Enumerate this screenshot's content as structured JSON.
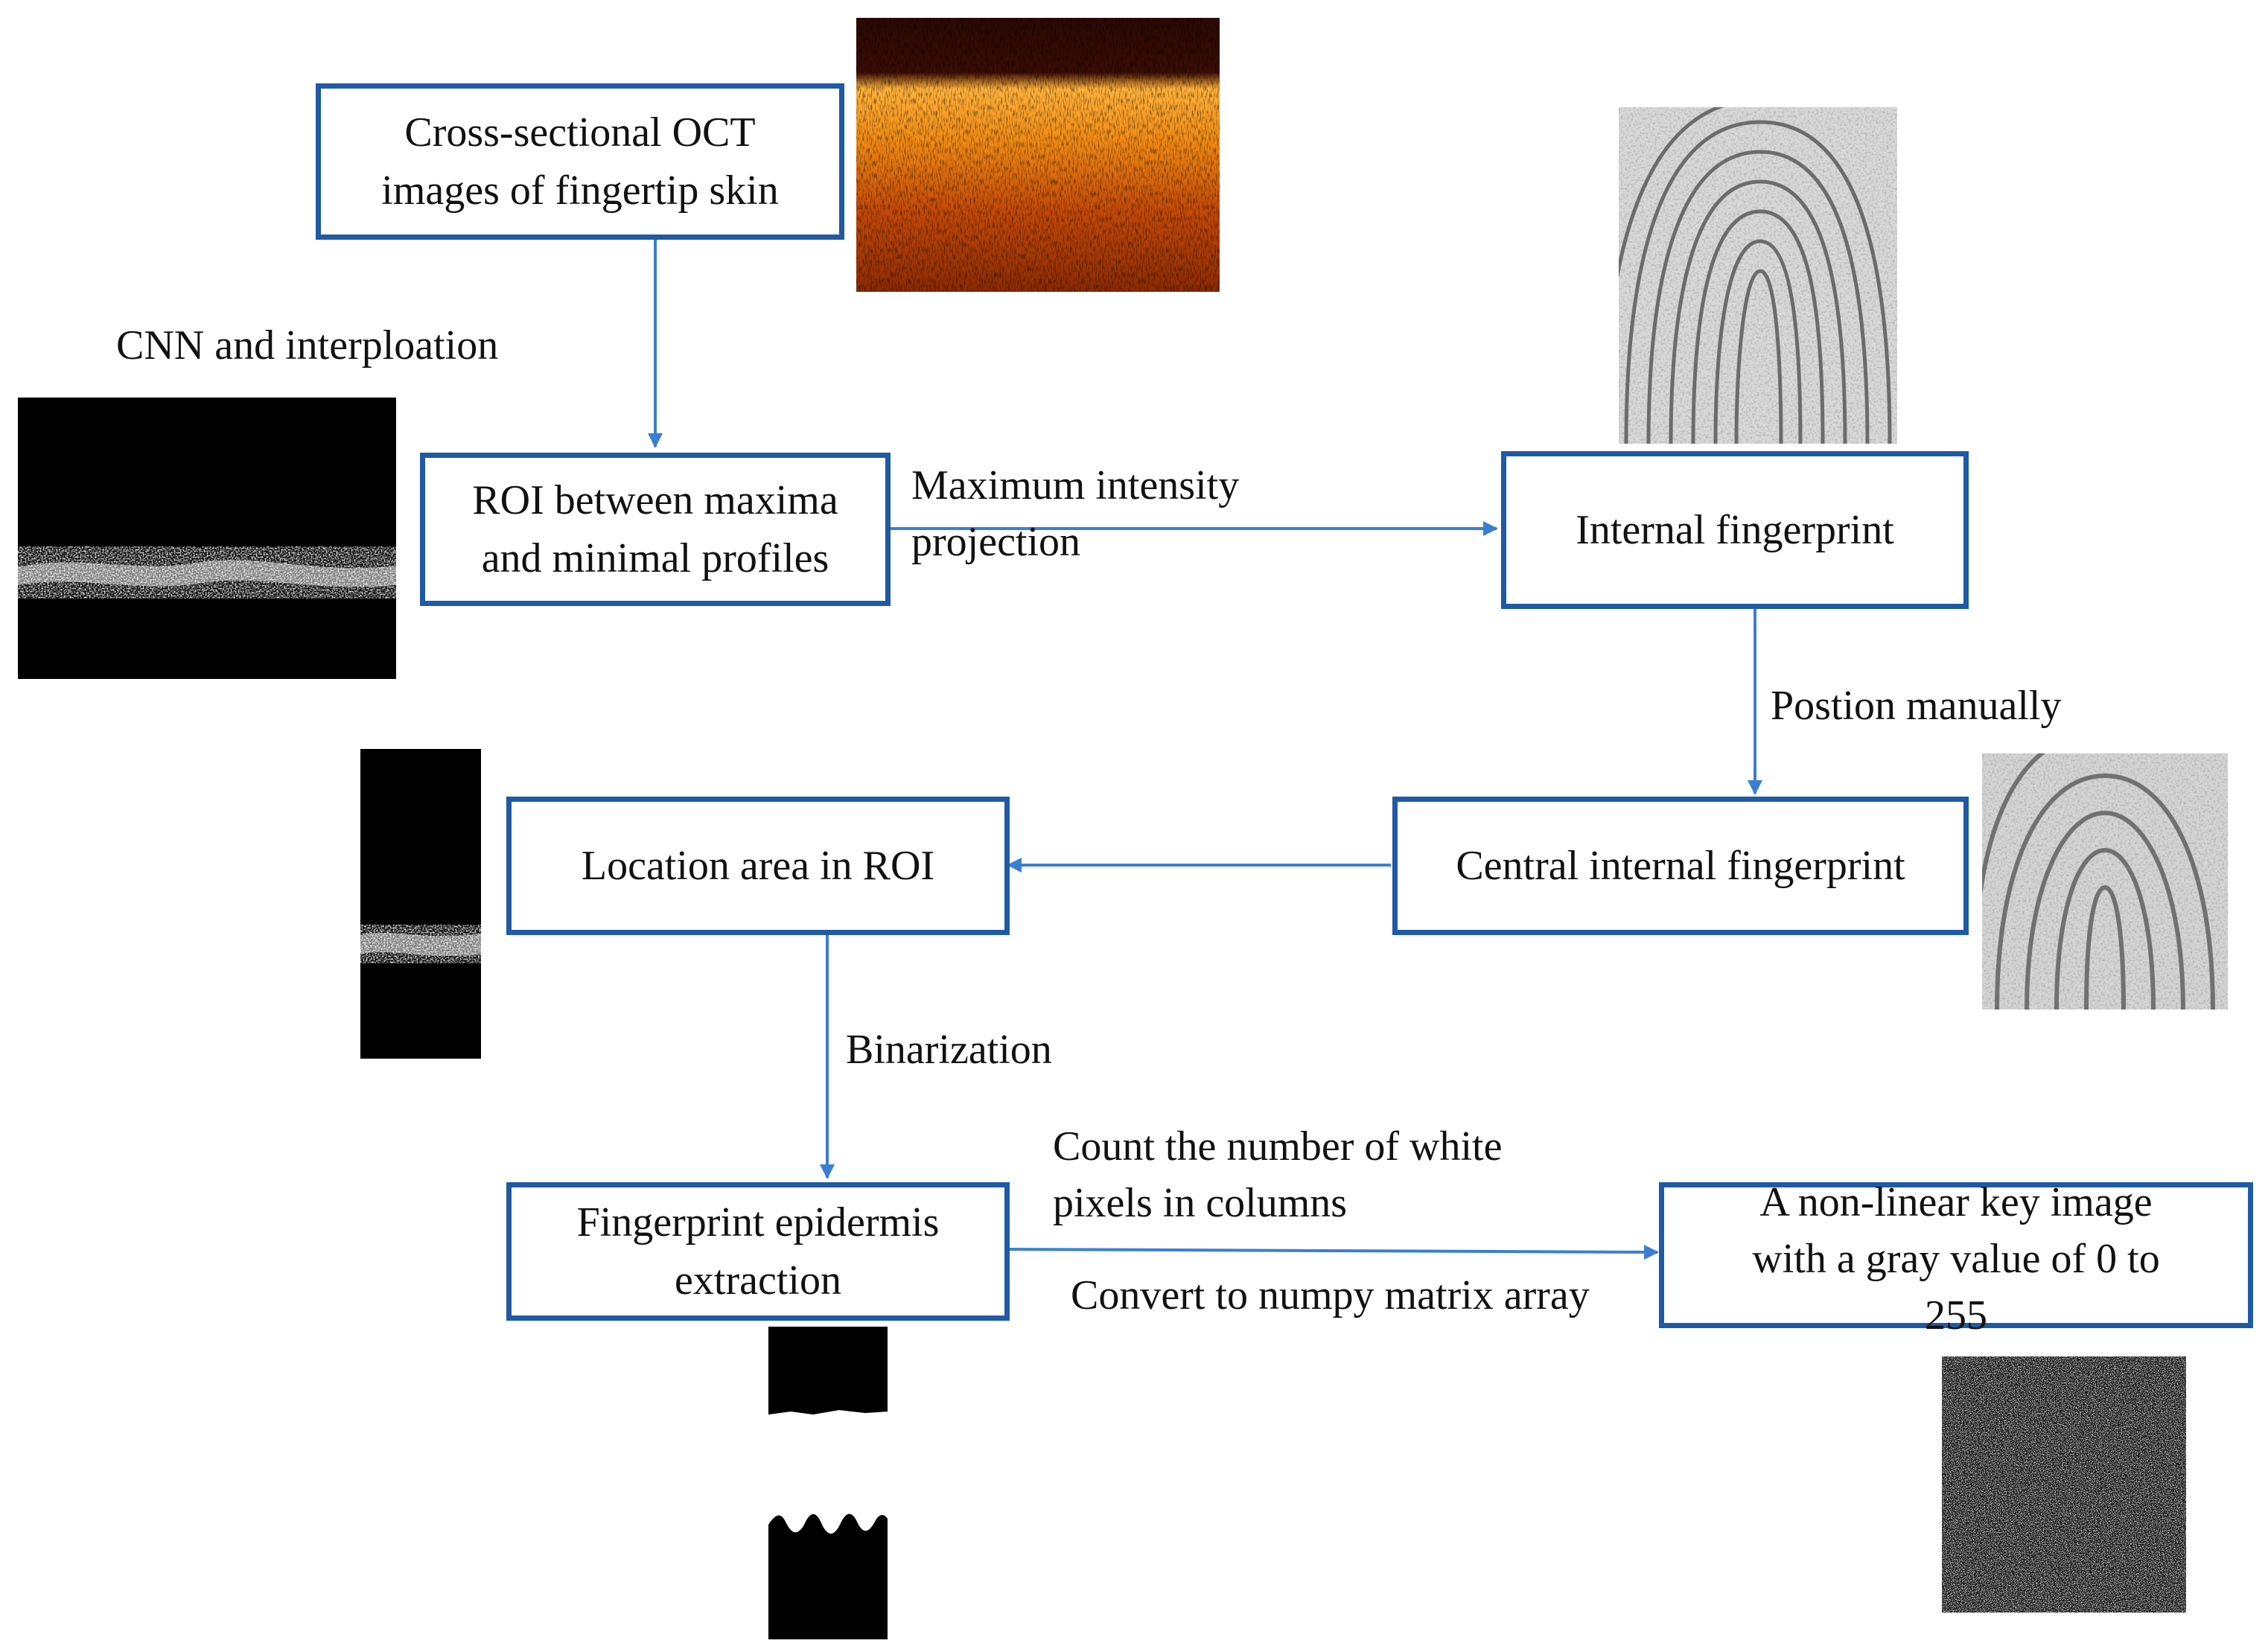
{
  "colors": {
    "box_border": "#1f5aa3",
    "arrow": "#3b7fd0"
  },
  "boxes": {
    "oct": "Cross-sectional OCT\nimages of fingertip skin",
    "roi": "ROI between maxima\nand minimal profiles",
    "internal": "Internal fingerprint",
    "central": "Central internal fingerprint",
    "location": "Location area in ROI",
    "epidermis": "Fingerprint epidermis\nextraction",
    "key": "A  non-linear key image\nwith a gray value of 0 to\n255"
  },
  "labels": {
    "cnn": "CNN and interploation",
    "mip": "Maximum intensity\nprojection",
    "position": "Postion manually",
    "binarization": "Binarization",
    "count": "Count the number of white\npixels in columns",
    "convert": "Convert to numpy matrix array"
  },
  "images": {
    "oct": "oct-scan-image",
    "roi": "roi-band-image",
    "internal": "internal-fingerprint-image",
    "central": "central-fingerprint-image",
    "location": "location-band-image",
    "epidermis_top": "epidermis-top-image",
    "epidermis_bottom": "epidermis-bottom-image",
    "key": "noise-key-image"
  }
}
